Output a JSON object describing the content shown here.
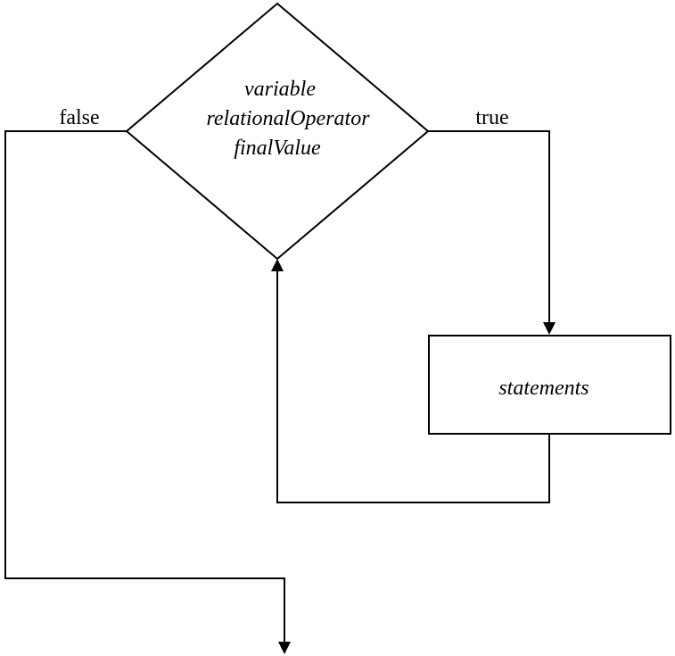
{
  "diagram": {
    "condition": {
      "lines": [
        "variable",
        "relationalOperator",
        "finalValue"
      ]
    },
    "process": {
      "label": "statements"
    },
    "branches": {
      "true_label": "true",
      "false_label": "false"
    }
  }
}
